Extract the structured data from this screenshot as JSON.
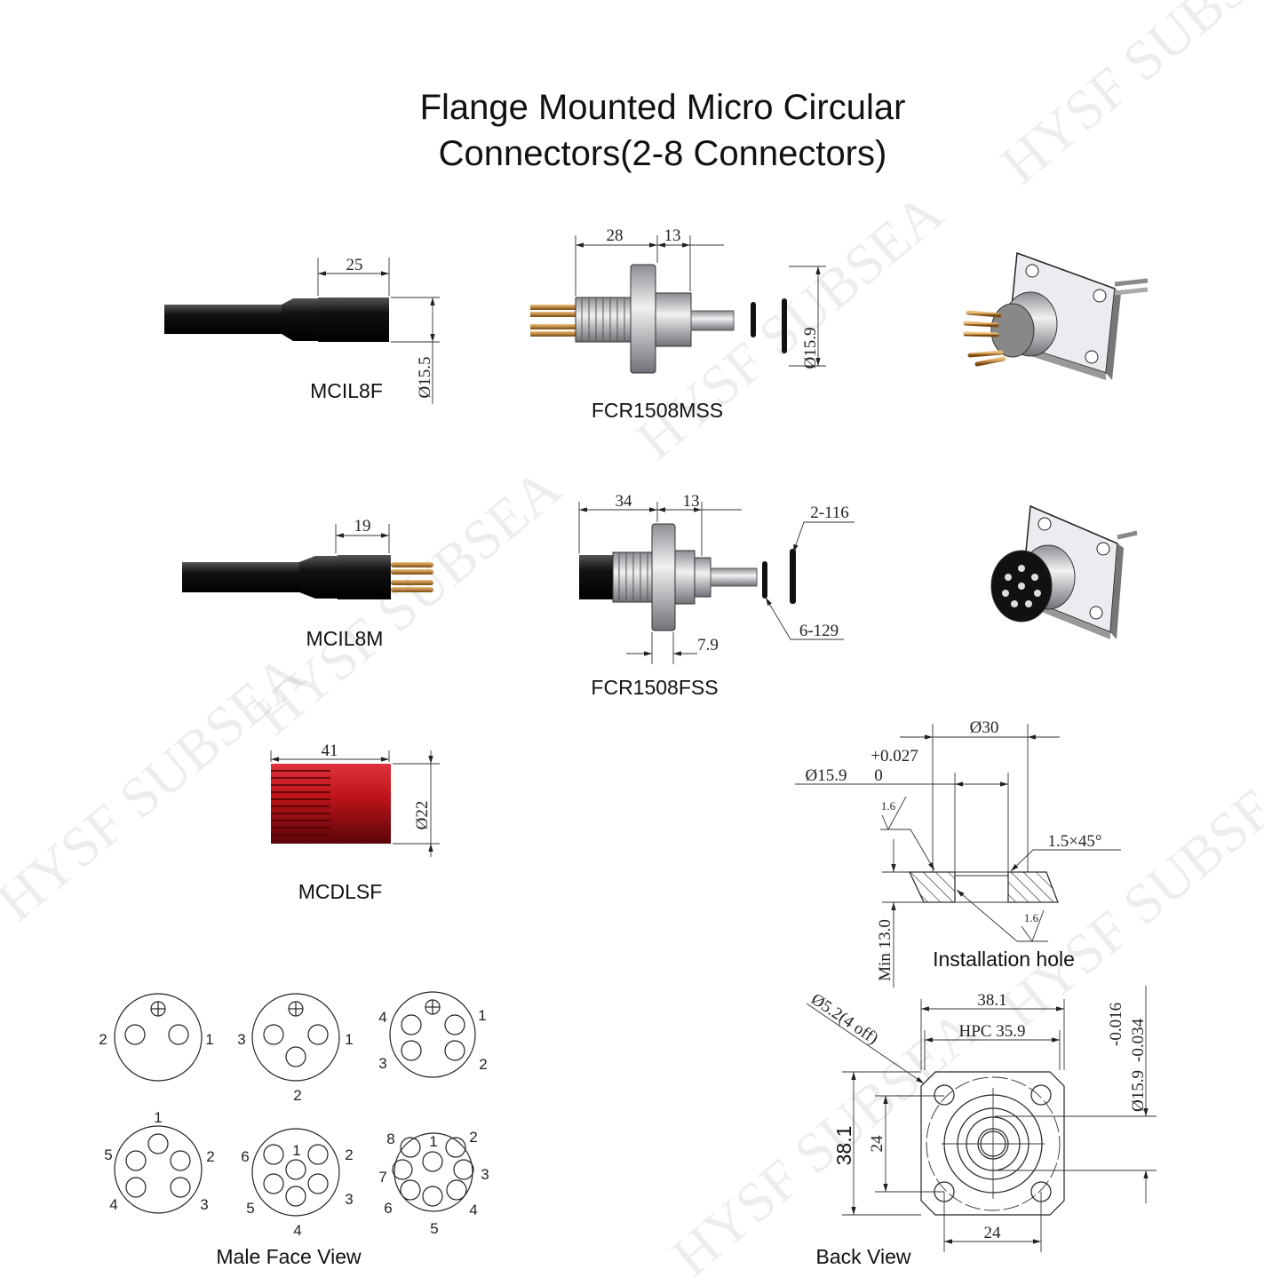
{
  "title": {
    "line1": "Flange Mounted Micro Circular",
    "line2": "Connectors(2-8 Connectors)"
  },
  "watermark": "HYSF SUBSEA",
  "parts": {
    "mcil8f": {
      "label": "MCIL8F",
      "length": "25",
      "diameter": "Ø15.5"
    },
    "fcr1508mss": {
      "label": "FCR1508MSS",
      "dim_a": "28",
      "dim_b": "13",
      "diameter": "Ø15.9"
    },
    "mcil8m": {
      "label": "MCIL8M",
      "length": "19"
    },
    "fcr1508fss": {
      "label": "FCR1508FSS",
      "dim_a": "34",
      "dim_b": "13",
      "dim_c": "7.9",
      "oring_a": "2-116",
      "oring_b": "6-129"
    },
    "mcdlsf": {
      "label": "MCDLSF",
      "length": "41",
      "diameter": "Ø22"
    }
  },
  "installation_hole": {
    "label": "Installation hole",
    "outer_diameter": "Ø30",
    "tol_upper": "+0.027",
    "bore": "Ø15.9",
    "tol_lower": "0",
    "roughness_top": "1.6",
    "roughness_bottom": "1.6",
    "chamfer": "1.5×45°",
    "depth": "Min 13.0"
  },
  "back_view": {
    "label": "Back View",
    "width": "38.1",
    "hpc": "HPC 35.9",
    "height": "38.1",
    "hole_spacing_v": "24",
    "hole_spacing_h": "24",
    "holes": "Ø5.2(4 off)",
    "spigot": "Ø15.9",
    "spigot_tol_upper": "-0.016",
    "spigot_tol_lower": "-0.034"
  },
  "face_view": {
    "label": "Male Face View",
    "layouts": [
      {
        "pins": 2,
        "labels": [
          "2",
          "1"
        ]
      },
      {
        "pins": 3,
        "labels": [
          "3",
          "1",
          "2"
        ]
      },
      {
        "pins": 4,
        "labels": [
          "4",
          "1",
          "3",
          "2"
        ]
      },
      {
        "pins": 5,
        "labels": [
          "1",
          "2",
          "3",
          "4",
          "5"
        ]
      },
      {
        "pins": 6,
        "labels": [
          "6",
          "1",
          "2",
          "3",
          "5",
          "4"
        ]
      },
      {
        "pins": 8,
        "labels": [
          "8",
          "1",
          "2",
          "7",
          "3",
          "6",
          "4",
          "5"
        ]
      }
    ]
  },
  "colors": {
    "cable": "#1a1a1a",
    "dummy_plug": "#c0141a",
    "steel": "#d8d8dc",
    "brass": "#c88a3a"
  }
}
